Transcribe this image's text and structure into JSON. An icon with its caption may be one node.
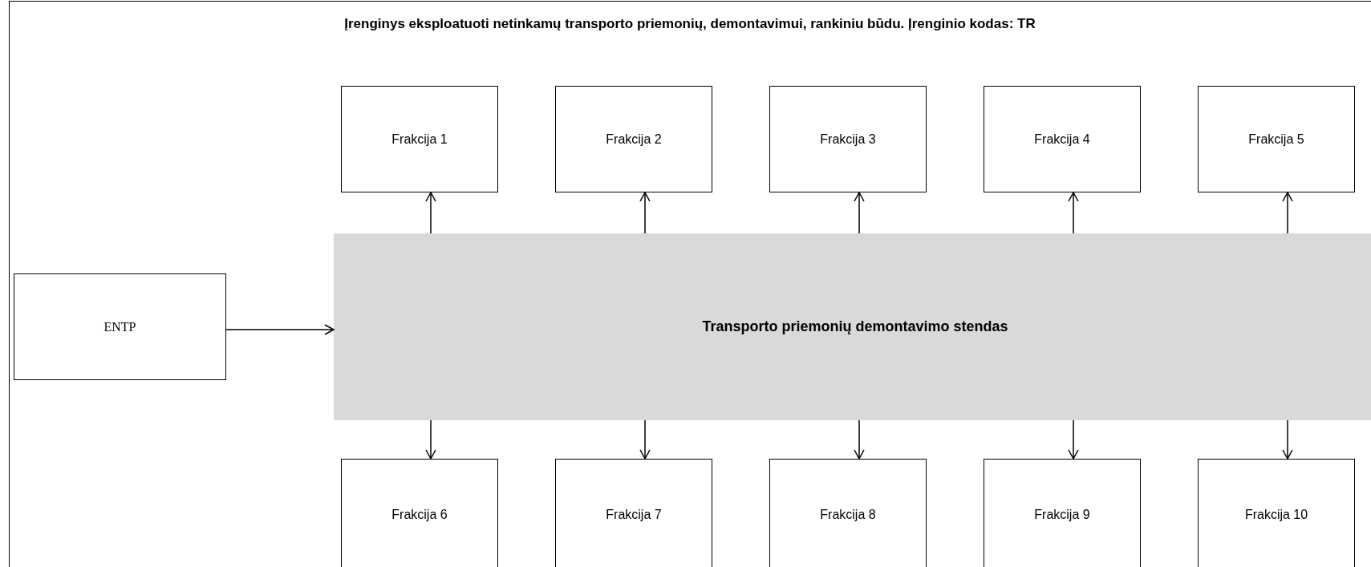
{
  "diagram": {
    "title": "Įrenginys eksploatuoti netinkamų transporto priemonių, demontavimui, rankiniu būdu. Įrenginio kodas: TR",
    "nodes": [
      {
        "text": [
          "Frakcija 1"
        ]
      },
      {
        "text": [
          "Frakcija 2"
        ]
      },
      {
        "text": [
          "Frakcija 3"
        ]
      },
      {
        "text": [
          "Frakcija 4"
        ]
      },
      {
        "text": [
          "Frakcija 5"
        ]
      },
      {
        "text": [
          "ENTP"
        ]
      },
      {
        "text": [
          "Transporto priemonių demontavimo stendas"
        ]
      },
      {
        "text": [
          "Frakcija 6"
        ]
      },
      {
        "text": [
          "Frakcija 7"
        ]
      },
      {
        "text": [
          "Frakcija 8"
        ]
      },
      {
        "text": [
          "Frakcija 9"
        ]
      },
      {
        "text": [
          "Frakcija 10"
        ]
      }
    ],
    "edges": [
      {
        "from": 5,
        "to": 6,
        "arrow": "to"
      },
      {
        "from": 6,
        "to": 0,
        "arrow": "to"
      },
      {
        "from": 6,
        "to": 1,
        "arrow": "to"
      },
      {
        "from": 6,
        "to": 2,
        "arrow": "to"
      },
      {
        "from": 6,
        "to": 3,
        "arrow": "to"
      },
      {
        "from": 6,
        "to": 4,
        "arrow": "to"
      },
      {
        "from": 6,
        "to": 7,
        "arrow": "to"
      },
      {
        "from": 6,
        "to": 8,
        "arrow": "to"
      },
      {
        "from": 6,
        "to": 9,
        "arrow": "to"
      },
      {
        "from": 6,
        "to": 10,
        "arrow": "to"
      },
      {
        "from": 6,
        "to": 11,
        "arrow": "to"
      }
    ]
  }
}
